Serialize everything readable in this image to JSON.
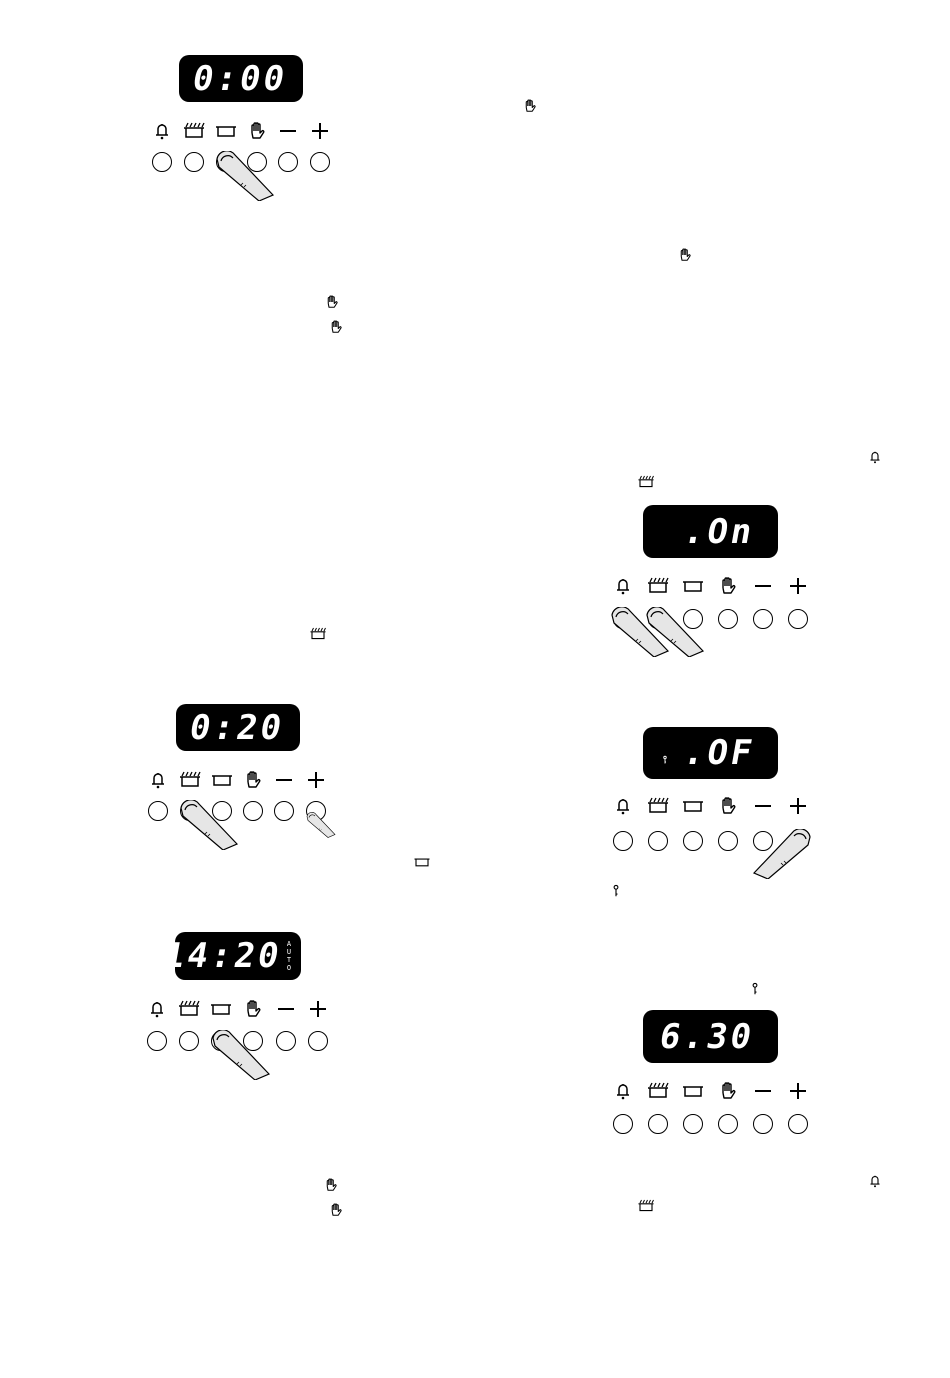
{
  "panels": [
    {
      "id": "p1",
      "display": "0:00"
    },
    {
      "id": "p2",
      "display": "0:20"
    },
    {
      "id": "p3",
      "display": "14:20"
    },
    {
      "id": "p4",
      "display": ".On"
    },
    {
      "id": "p5",
      "display": ".OF"
    },
    {
      "id": "p6",
      "display": "6.30"
    }
  ],
  "display_glyphs": {
    "auto_label": "AUTO"
  },
  "icons": {
    "bell": "bell-icon",
    "grill": "grill-icon",
    "pot": "pot-icon",
    "hand": "hand-icon",
    "minus": "minus-icon",
    "plus": "plus-icon",
    "key": "key-icon"
  },
  "colors": {
    "display_bg": "#000000",
    "display_text": "#ffffff",
    "ink": "#000000",
    "finger": "#e6e6e6"
  }
}
